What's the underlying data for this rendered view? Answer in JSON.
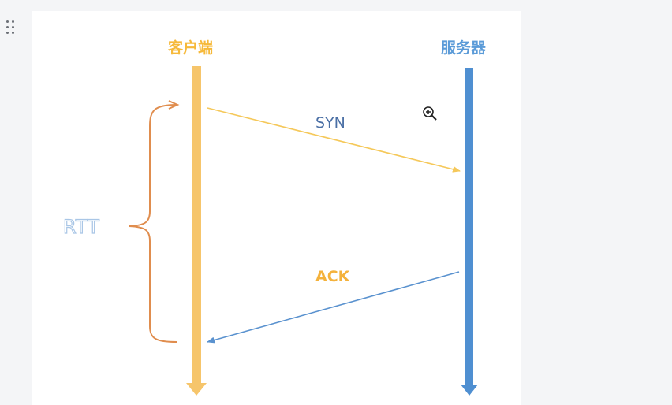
{
  "diagram": {
    "client_label": "客户端",
    "server_label": "服务器",
    "syn_label": "SYN",
    "ack_label": "ACK",
    "rtt_label": "RTT"
  },
  "colors": {
    "client": "#f6c56b",
    "server": "#4f8fd1",
    "syn_arrow": "#f5c85a",
    "ack_arrow": "#5a92cf",
    "brace": "#e08d4e",
    "rtt_outline": "#a9c6e6"
  },
  "icons": {
    "drag_handle": "drag-handle-icon",
    "cursor": "zoom-in-cursor-icon"
  }
}
